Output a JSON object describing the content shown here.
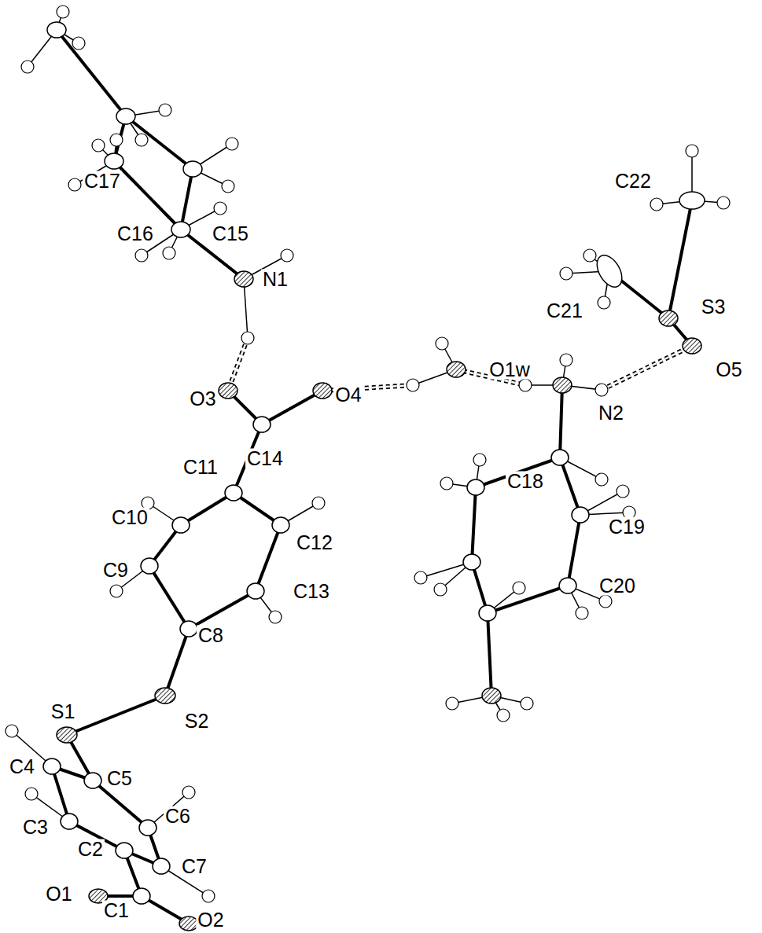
{
  "diagram": {
    "labels": [
      "C22",
      "C17",
      "C21",
      "S3",
      "C16",
      "C15",
      "N1",
      "O1w",
      "O5",
      "O3",
      "O4",
      "N2",
      "C14",
      "C18",
      "C11",
      "C10",
      "C12",
      "C19",
      "C9",
      "C13",
      "C20",
      "C8",
      "S1",
      "S2",
      "C4",
      "C5",
      "C6",
      "C3",
      "C2",
      "C7",
      "O1",
      "C1",
      "O2"
    ]
  }
}
